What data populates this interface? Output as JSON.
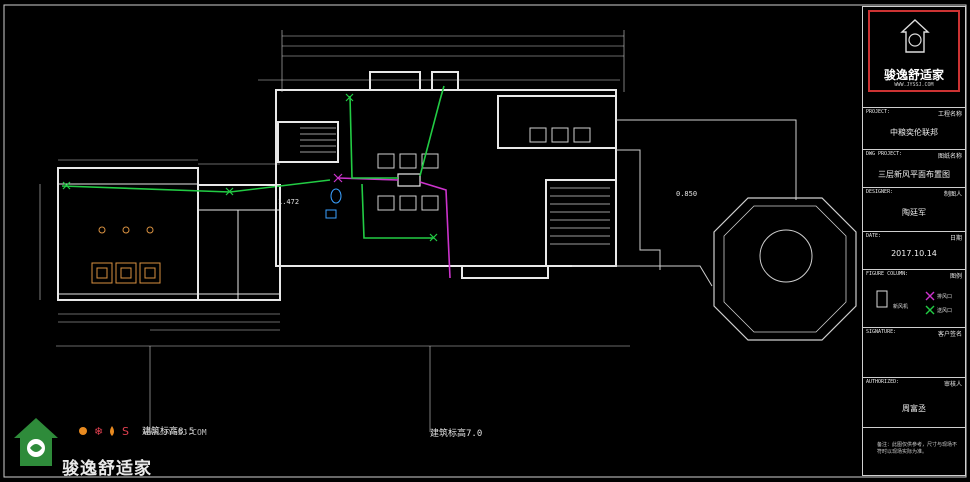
{
  "title_block": {
    "logo_text": "骏逸舒适家",
    "logo_url": "WWW.JYSSJ.COM",
    "project_key": "PROJECT:",
    "project_right": "工程名称",
    "project_value": "中粮奕伦联邦",
    "drawing_key": "DWG PROJECT:",
    "drawing_right": "图纸名称",
    "drawing_value": "三层新风平面布置图",
    "designer_key": "DESIGNER:",
    "designer_right": "制图人",
    "designer_value": "陶廷军",
    "date_key": "DATE:",
    "date_right": "日期",
    "date_value": "2017.10.14",
    "figure_key": "FIGURE COLUMN:",
    "figure_right": "图例",
    "legend_unit": "新风机",
    "legend_exhaust": "排风口",
    "legend_supply": "送风口",
    "signature_key": "SIGNATURE:",
    "signature_right": "客户签名",
    "authorized_key": "AUTHORIZED:",
    "authorized_right": "审核人",
    "authorized_value": "周富丞",
    "note": "备注：此图仅供参考，尺寸与现场不符时以现场实际为准。"
  },
  "plan": {
    "level_label_1": "1.472",
    "level_label_2": "0.850",
    "bottom_label_left": "建筑标高8.5",
    "bottom_label_right": "建筑标高7.0"
  },
  "watermark": {
    "text": "骏逸舒适家",
    "url": "WWW.JYSSJ.COM"
  },
  "colors": {
    "wall": "#e8e8e8",
    "dim": "#d0d0d0",
    "supply_duct": "#22cc44",
    "exhaust_duct": "#cc33cc",
    "fixture_blue": "#3aa0ff",
    "furniture": "#d89040",
    "logo_red": "#cc3333"
  }
}
